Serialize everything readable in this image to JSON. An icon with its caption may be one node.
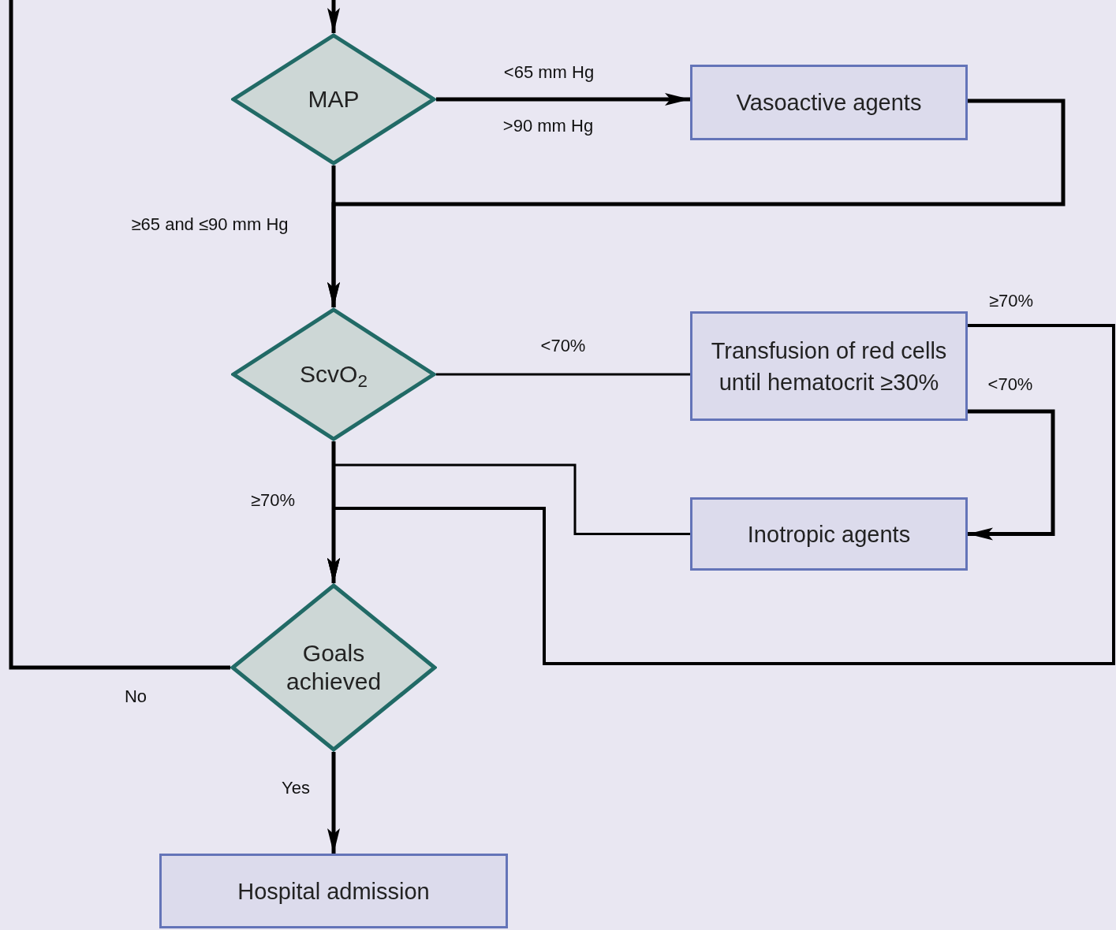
{
  "diagram": {
    "nodes": [
      {
        "text": [
          "MAP"
        ]
      },
      {
        "text": [
          "Vasoactive agents"
        ]
      },
      {
        "text": [
          "ScvO$_{2}$"
        ]
      },
      {
        "text": [
          "Transfusion of red cells until hematocrit ≥30%"
        ]
      },
      {
        "text": [
          "Inotropic agents"
        ]
      },
      {
        "text": [
          "Goals achieved"
        ]
      },
      {
        "text": [
          "Hospital admission"
        ]
      }
    ],
    "edges": [
      {
        "from": null,
        "to": 0,
        "arrow": "to"
      },
      {
        "from": 0,
        "to": 1,
        "arrow": "to",
        "label": "<65 mm Hg"
      },
      {
        "from": 1,
        "to": 2,
        "arrow": "to"
      },
      {
        "from": 0,
        "to": 2,
        "arrow": "to",
        "label": "≥65 and ≤90 mm Hg"
      },
      {
        "from": 2,
        "to": 3,
        "arrow": "none",
        "label": "<70%"
      },
      {
        "from": 3,
        "to": 5,
        "arrow": "to",
        "label": "≥70%"
      },
      {
        "from": 3,
        "to": 4,
        "arrow": "to",
        "label": "<70%"
      },
      {
        "from": 4,
        "to": 5,
        "arrow": "to"
      },
      {
        "from": 2,
        "to": 5,
        "arrow": "to",
        "label": "≥70%"
      },
      {
        "from": 5,
        "to": 6,
        "arrow": "to",
        "label": "Yes"
      },
      {
        "from": 5,
        "to": null,
        "arrow": "none",
        "label": "No"
      }
    ],
    "labels": [
      ">90 mm Hg"
    ]
  }
}
